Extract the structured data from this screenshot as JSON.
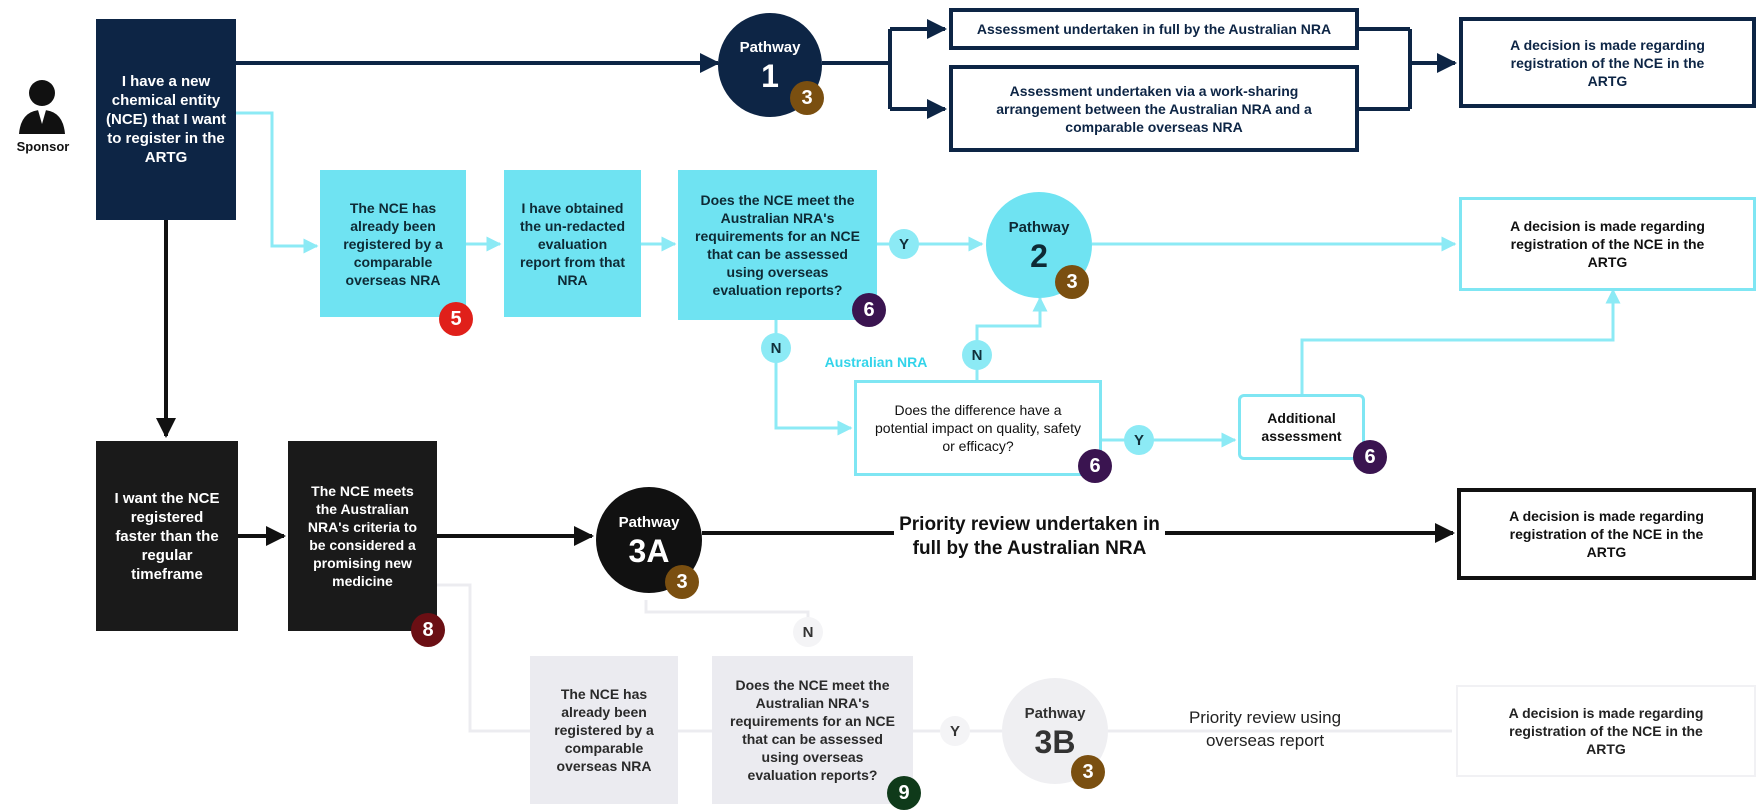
{
  "sponsor": {
    "label": "Sponsor",
    "icon": "person-icon"
  },
  "start_box": "I have a new chemical entity (NCE) that I want to register in the ARTG",
  "pathway1": {
    "label": "Pathway",
    "number": "1",
    "badge": "3",
    "option_a": "Assessment undertaken in full by the Australian NRA",
    "option_b": "Assessment undertaken via a work-sharing arrangement between the Australian NRA and a comparable overseas NRA",
    "decision": "A decision is made regarding registration of the NCE in the ARTG"
  },
  "pathway2": {
    "step1": "The NCE has already been registered by a comparable overseas NRA",
    "step1_badge": "5",
    "step2": "I have obtained the un-redacted evaluation report from that NRA",
    "question": "Does the NCE meet the Australian NRA's requirements for an NCE that can be assessed using overseas evaluation reports?",
    "question_badge": "6",
    "yes": "Y",
    "no": "N",
    "label": "Pathway",
    "number": "2",
    "badge": "3",
    "decision": "A decision is made regarding registration of the NCE in the ARTG",
    "nra_label": "Australian NRA",
    "difference_no": "N",
    "difference_question": "Does the difference have a potential impact on quality, safety or efficacy?",
    "difference_badge": "6",
    "difference_yes": "Y",
    "additional": "Additional assessment",
    "additional_badge": "6"
  },
  "pathway3": {
    "faster_box": "I want the NCE registered faster than the regular timeframe",
    "criteria_box": "The NCE meets the Australian NRA's criteria to be considered a promising new medicine",
    "criteria_badge": "8",
    "label_a": "Pathway",
    "number_a": "3A",
    "badge_a": "3",
    "priority_a": "Priority review undertaken in full by the Australian NRA",
    "decision_a": "A decision is made regarding registration of the NCE in the ARTG",
    "no": "N",
    "step_b1": "The NCE has already been registered by a comparable overseas NRA",
    "question_b": "Does the NCE meet the Australian NRA's requirements for an NCE that can be assessed using overseas evaluation reports?",
    "question_b_badge": "9",
    "yes": "Y",
    "label_b": "Pathway",
    "number_b": "3B",
    "badge_b": "3",
    "priority_b": "Priority review using overseas report",
    "decision_b": "A decision is made regarding registration of the NCE in the ARTG"
  },
  "colors": {
    "navy": "#0d2545",
    "black": "#1a1a1a",
    "cyan": "#6fe3f2",
    "badge_brown": "#7a4f10",
    "badge_red": "#e0201a",
    "badge_purple": "#3a1450",
    "badge_darkred": "#6b0f14",
    "badge_darkgreen": "#0f3a1a",
    "ghost": "#ebebf0"
  }
}
